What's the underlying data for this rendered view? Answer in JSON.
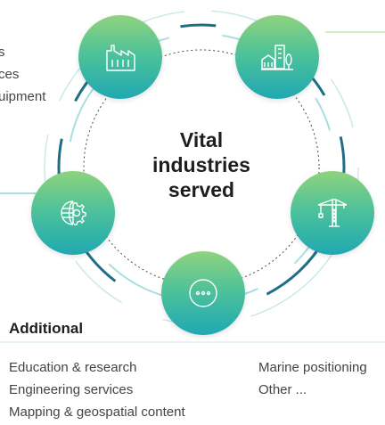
{
  "center_title": [
    "Vital",
    "industries",
    "served"
  ],
  "top_left_snippet": [
    "s",
    "ces",
    "uipment"
  ],
  "nodes": {
    "top_left": {
      "icon": "factory-icon"
    },
    "top_right": {
      "icon": "city-buildings-icon"
    },
    "left": {
      "icon": "globe-gear-icon"
    },
    "right": {
      "icon": "construction-crane-icon"
    },
    "bottom": {
      "icon": "more-options-icon"
    }
  },
  "additional": {
    "title": "Additional",
    "left_list": [
      "Education & research",
      "Engineering services",
      "Mapping & geospatial content"
    ],
    "right_list": [
      "Marine positioning",
      "Other ..."
    ]
  },
  "colors": {
    "ring_dark": "#1e6e86",
    "ring_light": "#a9dde0",
    "gradient_top": "#8fd37d",
    "gradient_mid": "#4cc19a",
    "gradient_bottom": "#20a8b2",
    "rule_green": "#b8e0a0",
    "rule_teal": "#7fc6cf"
  }
}
